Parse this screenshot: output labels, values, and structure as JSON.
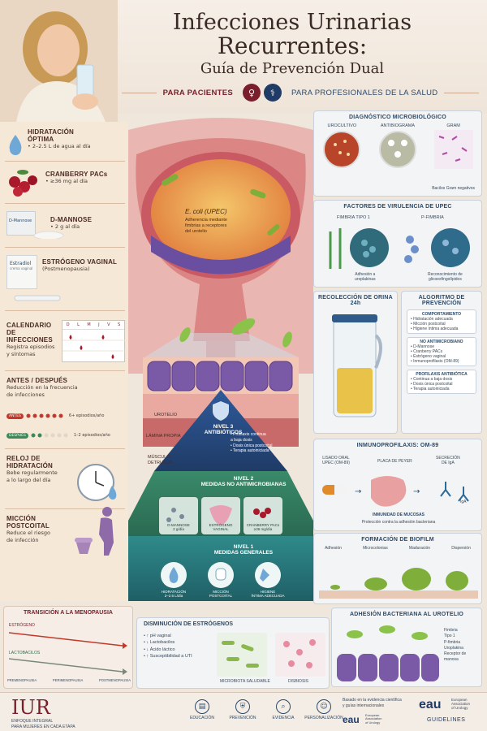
{
  "header": {
    "title_line1": "Infecciones Urinarias",
    "title_line2": "Recurrentes:",
    "subtitle": "Guía de Prevención Dual",
    "for_patients": "PARA PACIENTES",
    "for_professionals": "PARA PROFESIONALES DE LA SALUD"
  },
  "left": {
    "hydration": {
      "title_1": "HIDRATACIÓN",
      "title_2": "ÓPTIMA",
      "desc": "• 2–2.5 L de agua al día"
    },
    "cranberry": {
      "title": "CRANBERRY PACs",
      "desc": "• ≥36 mg al día"
    },
    "dmannose": {
      "title": "D-MANNOSE",
      "desc": "• 2 g al día",
      "pack": "D-Mannose"
    },
    "estrogen": {
      "title": "ESTRÓGENO VAGINAL",
      "desc": "(Postmenopausia)",
      "pack_1": "Estradiol",
      "pack_2": "crema vaginal"
    },
    "calendar": {
      "title": "CALENDARIO",
      "title_2": "DE INFECCIONES",
      "desc": "Registra episodios",
      "desc_2": "y síntomas",
      "days": [
        "D",
        "L",
        "M",
        "J",
        "V",
        "S"
      ]
    },
    "beforeafter": {
      "title": "ANTES / DESPUÉS",
      "desc_1": "Reducción en la frecuencia",
      "desc_2": "de infecciones",
      "before_label": "ANTES",
      "before_value": "6+ episodios/año",
      "after_label": "DESPUÉS",
      "after_value": "1–2 episodios/año"
    },
    "clock": {
      "title": "RELOJ DE HIDRATACIÓN",
      "desc_1": "Bebe regularmente",
      "desc_2": "a lo largo del día"
    },
    "postcoital": {
      "title": "MICCIÓN POSTCOITAL",
      "desc_1": "Reduce el riesgo",
      "desc_2": "de infección"
    }
  },
  "center": {
    "bladder_label": "E. coli (UPEC)",
    "bladder_desc_1": "Adherencia mediante",
    "bladder_desc_2": "fimbrias a receptores",
    "bladder_desc_3": "del urotelio",
    "layer_urothelium": "UROTELIO",
    "layer_lamina": "LÁMINA PROPIA",
    "layer_muscle_1": "MÚSCULO",
    "layer_muscle_2": "DETRUSOR",
    "level3": {
      "title_1": "NIVEL 3",
      "title_2": "ANTIBIÓTICOS",
      "items": [
        "• Profilaxis continua",
        "a baja dosis",
        "• Dosis única postcoital",
        "• Terapia autoiniciada"
      ]
    },
    "level2": {
      "title_1": "NIVEL 2",
      "title_2": "MEDIDAS NO ANTIMICROBIANAS",
      "cards": [
        {
          "l1": "D-MANNOSE",
          "l2": "2 g/día"
        },
        {
          "l1": "ESTRÓGENO",
          "l2": "VAGINAL"
        },
        {
          "l1": "CRANBERRY PACs",
          "l2": "≥36 mg/día"
        }
      ]
    },
    "level1": {
      "title_1": "NIVEL 1",
      "title_2": "MEDIDAS GENERALES",
      "cards": [
        {
          "l1": "HIDRATACIÓN",
          "l2": "2–2.5 L/día"
        },
        {
          "l1": "MICCIÓN",
          "l2": "POSTCOITAL"
        },
        {
          "l1": "HIGIENE",
          "l2": "ÍNTIMA ADECUADA"
        }
      ]
    }
  },
  "right": {
    "diag": {
      "title": "DIAGNÓSTICO MICROBIOLÓGICO",
      "c1": "UROCULTIVO",
      "c2": "ANTIBIOGRAMA",
      "c3": "GRAM",
      "note": "Bacilos Gram negativos"
    },
    "virulence": {
      "title": "FACTORES DE VIRULENCIA DE UPEC",
      "a": "FIMBRIA TIPO 1",
      "b": "P-FIMBRIA",
      "a_desc_1": "Adhesión a",
      "a_desc_2": "uroplakinas",
      "b_desc_1": "Reconocimiento de",
      "b_desc_2": "glicoesfingolípidos"
    },
    "urine": {
      "title": "RECOLECCIÓN DE ORINA 24h"
    },
    "algo": {
      "title": "ALGORITMO DE PREVENCIÓN",
      "s1": "COMPORTAMIENTO",
      "s1_items": [
        "• Hidratación adecuada",
        "• Micción postcoital",
        "• Higiene íntima adecuada"
      ],
      "s2": "NO ANTIMICROBIANO",
      "s2_items": [
        "• D-Mannose",
        "• Cranberry PACs",
        "• Estrógeno vaginal",
        "• Inmunoprofilaxis (OM-89)"
      ],
      "s3": "PROFILAXIS ANTIBIÓTICA",
      "s3_items": [
        "• Continua a baja dosis",
        "• Dosis única postcoital",
        "• Terapia autoiniciada"
      ]
    },
    "immuno": {
      "title": "INMUNOPROFILAXIS: OM-89",
      "a_1": "LISADO ORAL",
      "a_2": "UPEC (OM-89)",
      "b": "PLACA DE PEYER",
      "c_1": "SECRECIÓN",
      "c_2": "DE IgA",
      "iga": "IgA",
      "foot1": "INMUNIDAD DE MUCOSAS",
      "foot2": "Protección contra la adhesión bacteriana"
    },
    "biofilm": {
      "title": "FORMACIÓN DE BIOFILM",
      "stages": [
        "Adhesión",
        "Microcolonias",
        "Maduración",
        "Dispersión"
      ]
    },
    "adhesion": {
      "title": "ADHESIÓN BACTERIANA AL UROTELIO",
      "labels": [
        "Fimbria",
        "Tipo 1",
        "P-fimbria",
        "Uroplakina",
        "Receptor de",
        "manosa"
      ]
    }
  },
  "bottom": {
    "meno": {
      "title": "TRANSICIÓN A LA MENOPAUSIA",
      "estrogen": "ESTRÓGENO",
      "lacto": "LACTOBACILOS",
      "x": [
        "PREMENOPAUSIA",
        "PERIMENOPAUSIA",
        "POSTMENOPAUSIA"
      ]
    },
    "decrease": {
      "title": "DISMINUCIÓN DE ESTRÓGENOS",
      "items": [
        "• ↑ pH vaginal",
        "• ↓ Lactobacilos",
        "• ↓ Ácido láctico",
        "• ↑ Susceptibilidad a UTI"
      ],
      "healthy": "MICROBIOTA SALUDABLE",
      "dys": "DISBIOSIS"
    }
  },
  "footer": {
    "logo": "IUR",
    "logo_sub1": "ENFOQUE INTEGRAL",
    "logo_sub2": "PARA MUJERES EN CADA ETAPA",
    "icons": [
      "EDUCACIÓN",
      "PREVENCIÓN",
      "EVIDENCIA",
      "PERSONALIZACIÓN"
    ],
    "evidence_1": "Basado en la evidencia científica",
    "evidence_2": "y guías internacionales",
    "eau": "eau",
    "eau_small_1": "European",
    "eau_small_2": "Association",
    "eau_small_3": "of Urology",
    "eau_right_1": "European",
    "eau_right_2": "Association",
    "eau_right_3": "of Urology",
    "guidelines": "GUIDELINES"
  },
  "colors": {
    "burgundy": "#7a1e2c",
    "navy": "#1f3b66",
    "green": "#2f6b4f",
    "teal": "#2f7a7a"
  }
}
